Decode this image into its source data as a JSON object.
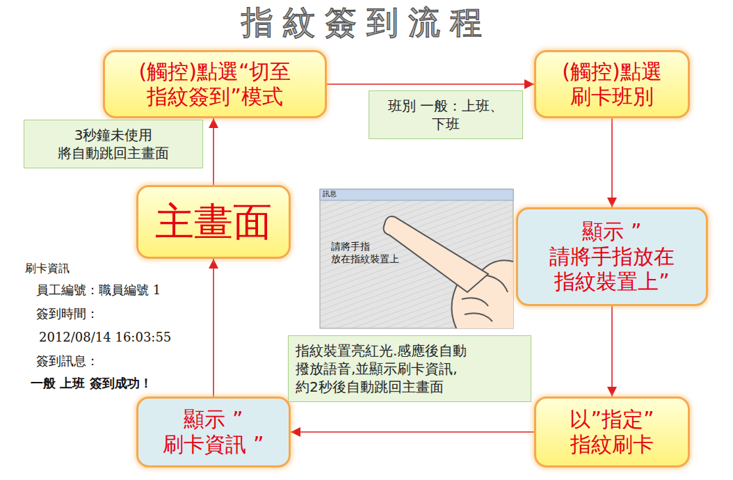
{
  "diagram": {
    "title": "指紋簽到流程",
    "nodes": [
      {
        "text": [
          "(觸控)點選“切至 指紋簽到”模式"
        ]
      },
      {
        "text": [
          "(觸控)點選 刷卡班別"
        ]
      },
      {
        "text": [
          "顯示 ”請將手指放在 指紋裝置上”"
        ]
      },
      {
        "text": [
          "以”指定” 指紋刷卡"
        ]
      },
      {
        "text": [
          "顯示 ”刷卡資訊 ”"
        ]
      },
      {
        "text": [
          "主畫面"
        ]
      }
    ],
    "edges": [
      {
        "from": 0,
        "to": 1,
        "arrow": "to",
        "label": "班別 一般：上班、下班"
      },
      {
        "from": 1,
        "to": 2,
        "arrow": "to"
      },
      {
        "from": 2,
        "to": 3,
        "arrow": "to"
      },
      {
        "from": 3,
        "to": 4,
        "arrow": "to",
        "label": "指紋裝置亮紅光.感應後自動 撥放語音,並顯示刷卡資訊, 約2秒後自動跳回主畫面"
      },
      {
        "from": 4,
        "to": 5,
        "arrow": "to"
      },
      {
        "from": 5,
        "to": 0,
        "arrow": "to",
        "label": "3秒鐘未使用 將自動跳回主畫面"
      }
    ],
    "labels": [
      "訊息",
      "請將手指 放在指紋裝置上",
      "刷卡資訊",
      "員工編號：職員編號 1",
      "簽到時間：",
      "2012/08/14 16:03:55",
      "簽到訊息：",
      "一般 上班 簽到成功！"
    ]
  }
}
